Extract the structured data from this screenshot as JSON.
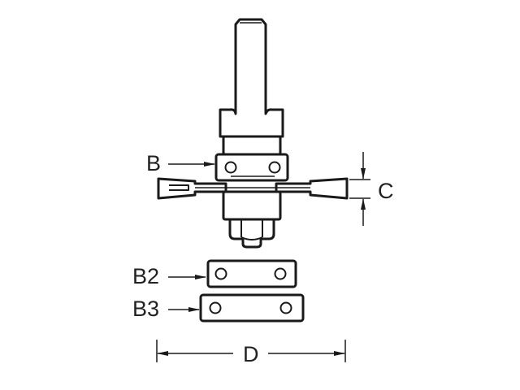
{
  "diagram": {
    "subject": "router cutter with interchangeable bearings",
    "labels": {
      "bearing": "B",
      "cut_depth": "C",
      "bearing_2": "B2",
      "bearing_3": "B3",
      "diameter": "D"
    },
    "colors": {
      "stroke": "#1a1a1a",
      "text": "#222222",
      "background": "#ffffff"
    }
  }
}
